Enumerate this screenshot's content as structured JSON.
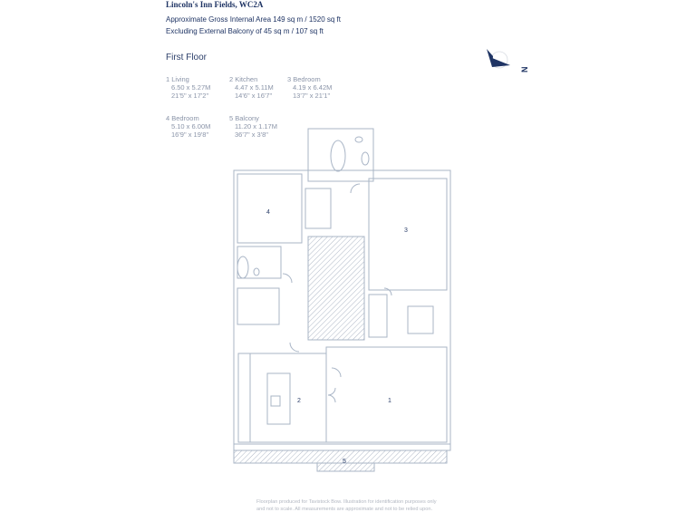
{
  "header": {
    "title": "Lincoln's Inn Fields, WC2A",
    "gross_area": "Approximate Gross Internal Area 149 sq m / 1520 sq ft",
    "excluding": "Excluding External Balcony of 45 sq m / 107 sq ft",
    "floor": "First Floor"
  },
  "rooms": [
    {
      "name": "1 Living",
      "metric": "6.50 x 5.27M",
      "imperial": "21'5\" x 17'2\""
    },
    {
      "name": "2 Kitchen",
      "metric": "4.47 x 5.11M",
      "imperial": "14'6\" x 16'7\""
    },
    {
      "name": "3 Bedroom",
      "metric": "4.19 x 6.42M",
      "imperial": "13'7\" x 21'1\""
    },
    {
      "name": "4 Bedroom",
      "metric": "5.10 x 6.00M",
      "imperial": "16'9\" x 19'8\""
    },
    {
      "name": "5 Balcony",
      "metric": "11.20 x 1.17M",
      "imperial": "36'7\" x 3'8\""
    }
  ],
  "plan_labels": [
    "1",
    "2",
    "3",
    "4",
    "5"
  ],
  "compass": {
    "label": "N",
    "icon": "north-arrow-icon"
  },
  "footnote": "Floorplan produced for Tavistock Bow. Illustration for identification purposes only and not to scale. All measurements are approximate and not to be relied upon.",
  "colors": {
    "navy": "#1f3464",
    "wall": "#a9b5c6",
    "muted": "#8a94a8"
  }
}
